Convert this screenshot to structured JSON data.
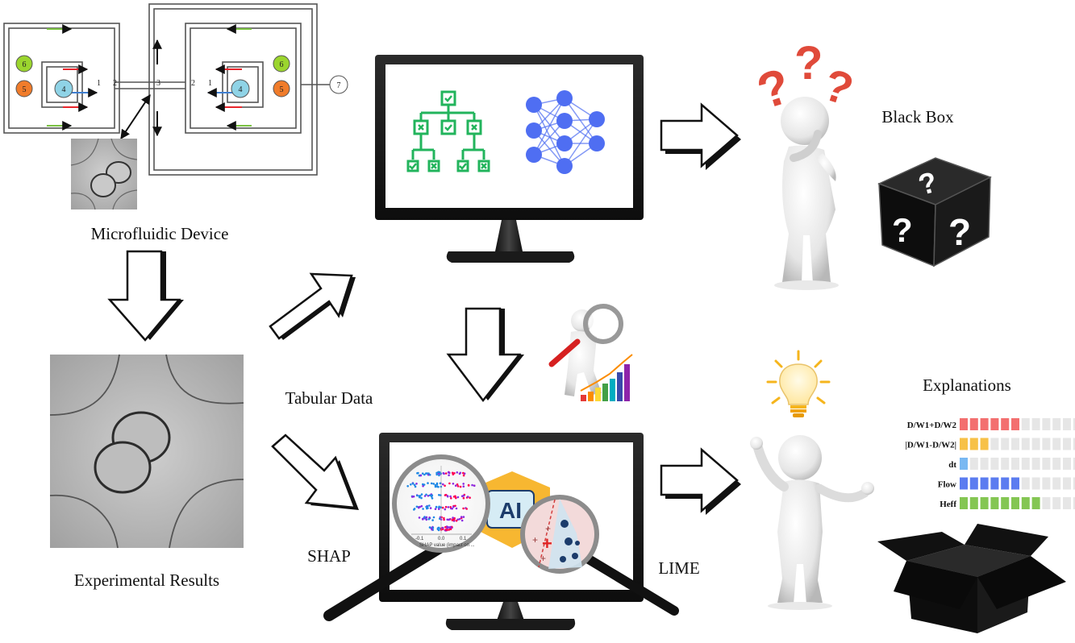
{
  "labels": {
    "microfluidic_device": "Microfluidic Device",
    "experimental_results": "Experimental Results",
    "tabular_data": "Tabular Data",
    "black_box": "Black Box",
    "explanations": "Explanations",
    "shap": "SHAP",
    "lime": "LIME",
    "ai": "AI"
  },
  "device": {
    "left_nodes": [
      "6",
      "5",
      "4"
    ],
    "right_nodes": [
      "6",
      "5",
      "4"
    ],
    "outlet": "7",
    "left_numbers": [
      "1",
      "2"
    ],
    "center_number": "3",
    "right_numbers": [
      "2",
      "1"
    ],
    "node_colors": {
      "6": "#9bd52e",
      "5": "#f07c2b",
      "4": "#8fd3e6",
      "7": "#ffffff"
    },
    "arrow_colors": {
      "red": "#e8262c",
      "blue": "#3f7fd1",
      "green": "#7cc243"
    }
  },
  "shap_axis": {
    "ticks": [
      "-0.1",
      "0.0",
      "0.1"
    ],
    "caption": "SHAP value (impact on ..."
  },
  "explanations_chart": {
    "rows": [
      {
        "label": "D/W1+D/W2",
        "filled": 6,
        "color": "#f36f6f"
      },
      {
        "label": "|D/W1-D/W2|",
        "filled": 3,
        "color": "#f7c148"
      },
      {
        "label": "dt",
        "filled": 1,
        "color": "#79b8f2"
      },
      {
        "label": "Flow",
        "filled": 6,
        "color": "#5b7cf0"
      },
      {
        "label": "Heff",
        "filled": 8,
        "color": "#84c653"
      }
    ],
    "total": 12
  },
  "colors": {
    "tree": "#22b45c",
    "network": "#4f6ef2",
    "question": "#e04a3a",
    "bulb": "#f5b51d",
    "ai_hex": "#f7b731"
  }
}
